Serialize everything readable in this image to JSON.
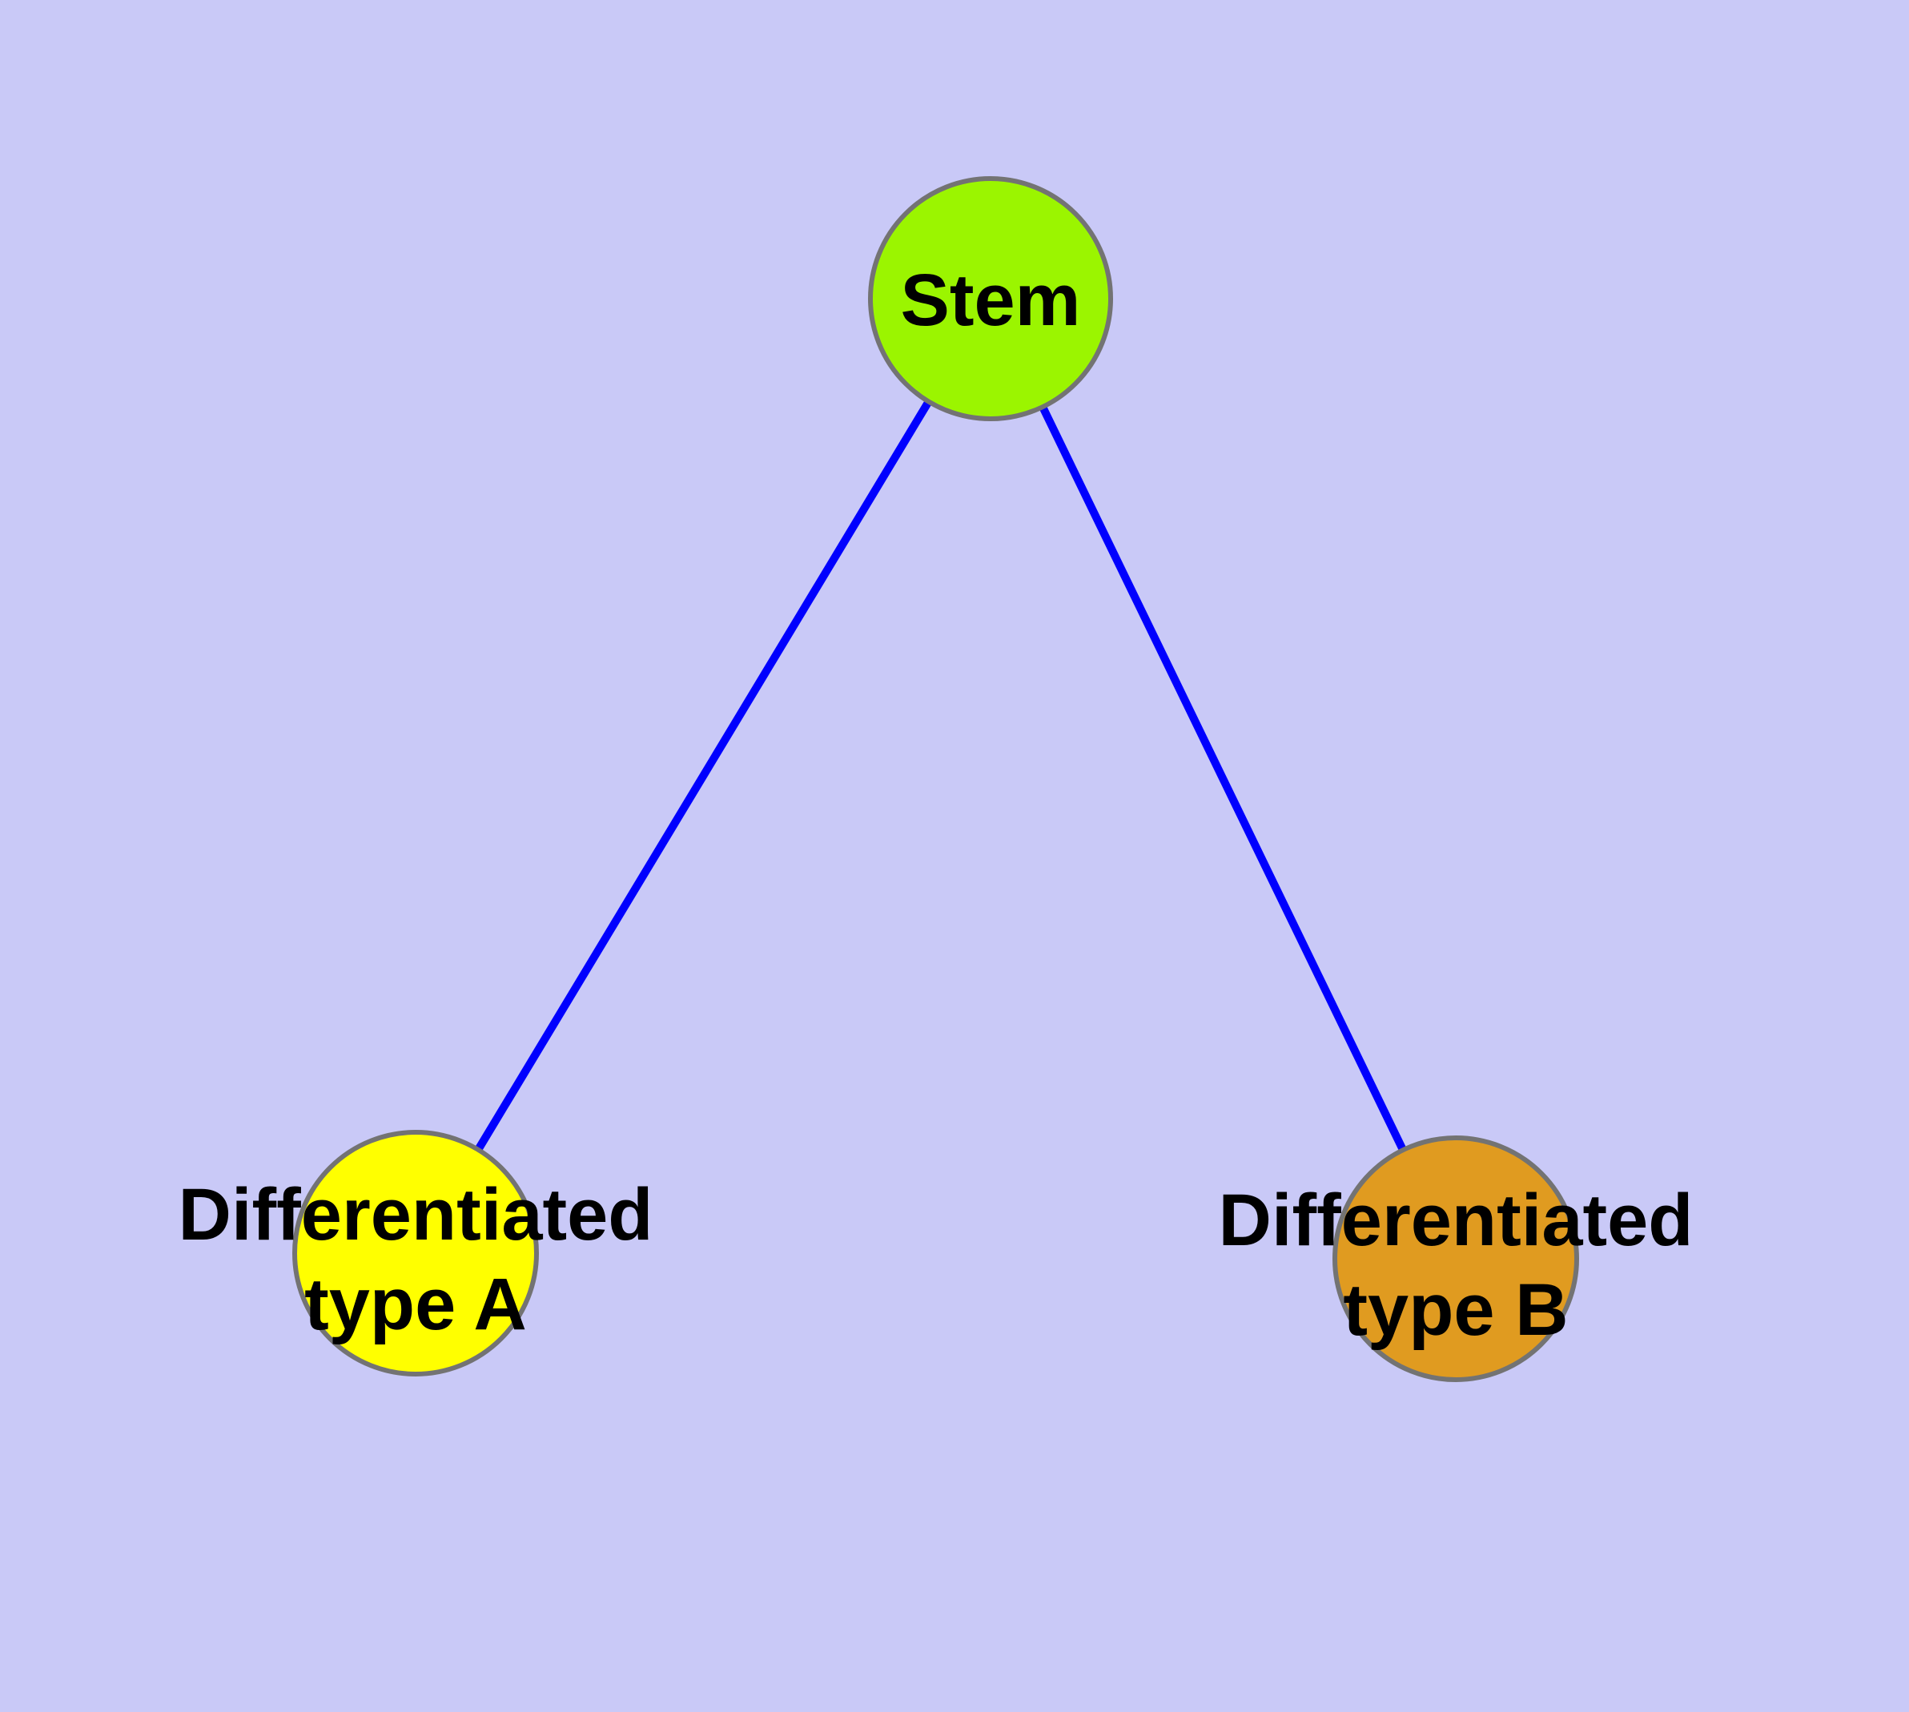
{
  "figure": {
    "background_color": "#C9C9F7",
    "text_color": "#000000",
    "node_border_color": "#737373",
    "edge_color": "#0000FE",
    "nodes": [
      {
        "name": "Stem",
        "label": "Stem",
        "fill_color": "#9BF500"
      },
      {
        "name": "Differentiated type A",
        "label_line1": "Differentiated",
        "label_line2": "type A",
        "fill_color": "#FFFF00"
      },
      {
        "name": "Differentiated type B",
        "label_line1": "Differentiated",
        "label_line2": "type B",
        "fill_color": "#E09B20"
      }
    ],
    "edges": [
      {
        "from": "Stem",
        "to": "Differentiated type A"
      },
      {
        "from": "Stem",
        "to": "Differentiated type B"
      }
    ]
  }
}
